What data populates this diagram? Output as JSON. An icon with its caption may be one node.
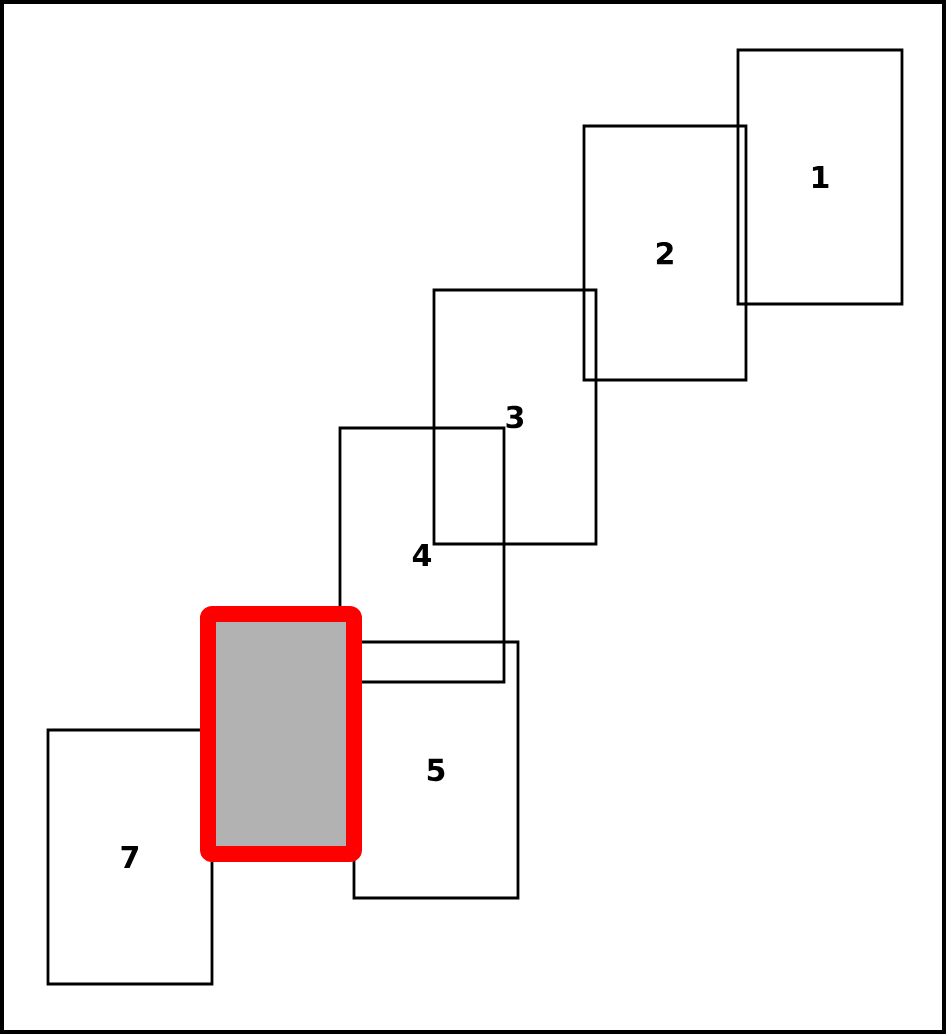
{
  "diagram": {
    "nodes": [
      {
        "text": [
          "1"
        ]
      },
      {
        "text": [
          "2"
        ]
      },
      {
        "text": [
          "3"
        ]
      },
      {
        "text": [
          "4"
        ]
      },
      {
        "text": [
          "5"
        ]
      },
      {
        "text": [],
        "shape": "box"
      },
      {
        "text": [
          "7"
        ]
      }
    ]
  }
}
